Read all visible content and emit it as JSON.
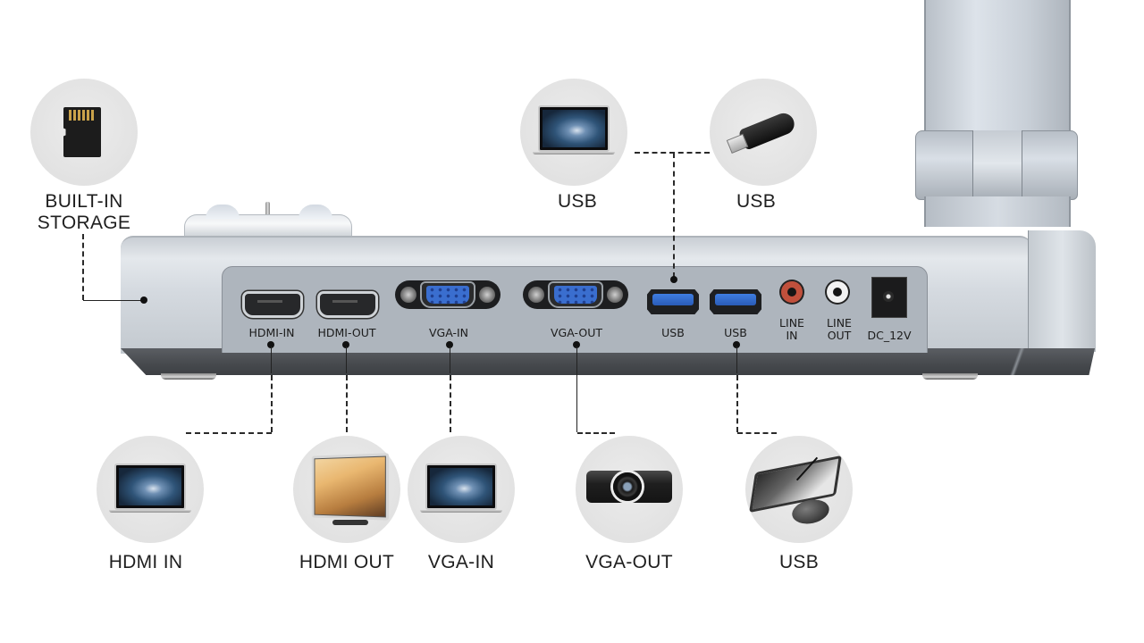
{
  "diagram": {
    "subject": "Document camera base connection ports",
    "device_ports": [
      {
        "id": "hdmi-in",
        "label": "HDMI-IN"
      },
      {
        "id": "hdmi-out",
        "label": "HDMI-OUT"
      },
      {
        "id": "vga-in",
        "label": "VGA-IN"
      },
      {
        "id": "vga-out",
        "label": "VGA-OUT"
      },
      {
        "id": "usb-1",
        "label": "USB"
      },
      {
        "id": "usb-2",
        "label": "USB"
      },
      {
        "id": "line-in",
        "label_line1": "LINE",
        "label_line2": "IN"
      },
      {
        "id": "line-out",
        "label_line1": "LINE",
        "label_line2": "OUT"
      },
      {
        "id": "dc-12v",
        "label": "DC_12V"
      }
    ],
    "callouts": {
      "storage": {
        "line1": "BUILT-IN",
        "line2": "STORAGE",
        "icon": "micro-sd-card-icon"
      },
      "usb_laptop": {
        "label": "USB",
        "icon": "laptop-icon"
      },
      "usb_flash": {
        "label": "USB",
        "icon": "usb-flash-drive-icon"
      },
      "hdmi_in": {
        "label": "HDMI IN",
        "icon": "laptop-icon"
      },
      "hdmi_out": {
        "label": "HDMI OUT",
        "icon": "monitor-icon"
      },
      "vga_in": {
        "label": "VGA-IN",
        "icon": "laptop-icon"
      },
      "vga_out": {
        "label": "VGA-OUT",
        "icon": "projector-icon"
      },
      "usb_peripherals": {
        "label": "USB",
        "icon": "pen-tablet-mouse-icon"
      }
    },
    "colors": {
      "background": "#ffffff",
      "device_silver": "#d5dae0",
      "port_panel": "#aeb5bd",
      "base_dark": "#46494d",
      "vga_blue": "#3a6ecf",
      "usb_blue": "#3f7de0",
      "line_in_ring": "#c0503c",
      "line_out_ring": "#f2f2f2",
      "callout_circle": "#e4e4e4",
      "text": "#1e1e1e"
    }
  }
}
